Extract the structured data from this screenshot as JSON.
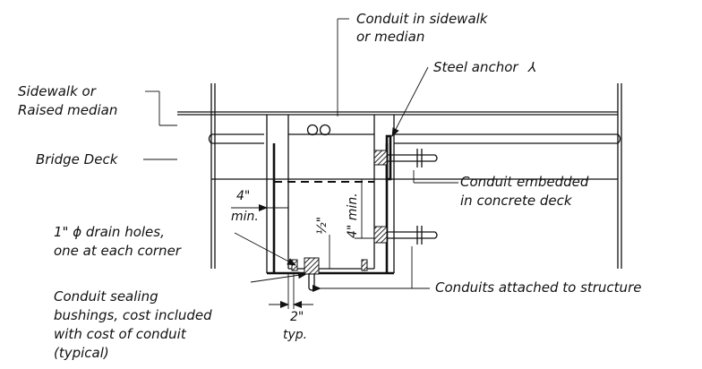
{
  "labels": {
    "conduit_sidewalk_1": "Conduit in sidewalk",
    "conduit_sidewalk_2": "or median",
    "steel_anchor": "Steel anchor",
    "sidewalk_1": "Sidewalk or",
    "sidewalk_2": "Raised median",
    "bridge_deck": "Bridge Deck",
    "embedded_1": "Conduit embedded",
    "embedded_2": "in concrete deck",
    "drain_1": "1\" ϕ drain holes,",
    "drain_2": "one at each corner",
    "attached": "Conduits attached to structure",
    "bushing_1": "Conduit sealing",
    "bushing_2": "bushings, cost included",
    "bushing_3": "with cost of conduit",
    "bushing_4": "(typical)"
  },
  "dimensions": {
    "four_in": "4\"",
    "min": "min.",
    "four_in_min": "4\" min.",
    "half_in": "½\"",
    "two_in": "2\"",
    "typ": "typ."
  }
}
